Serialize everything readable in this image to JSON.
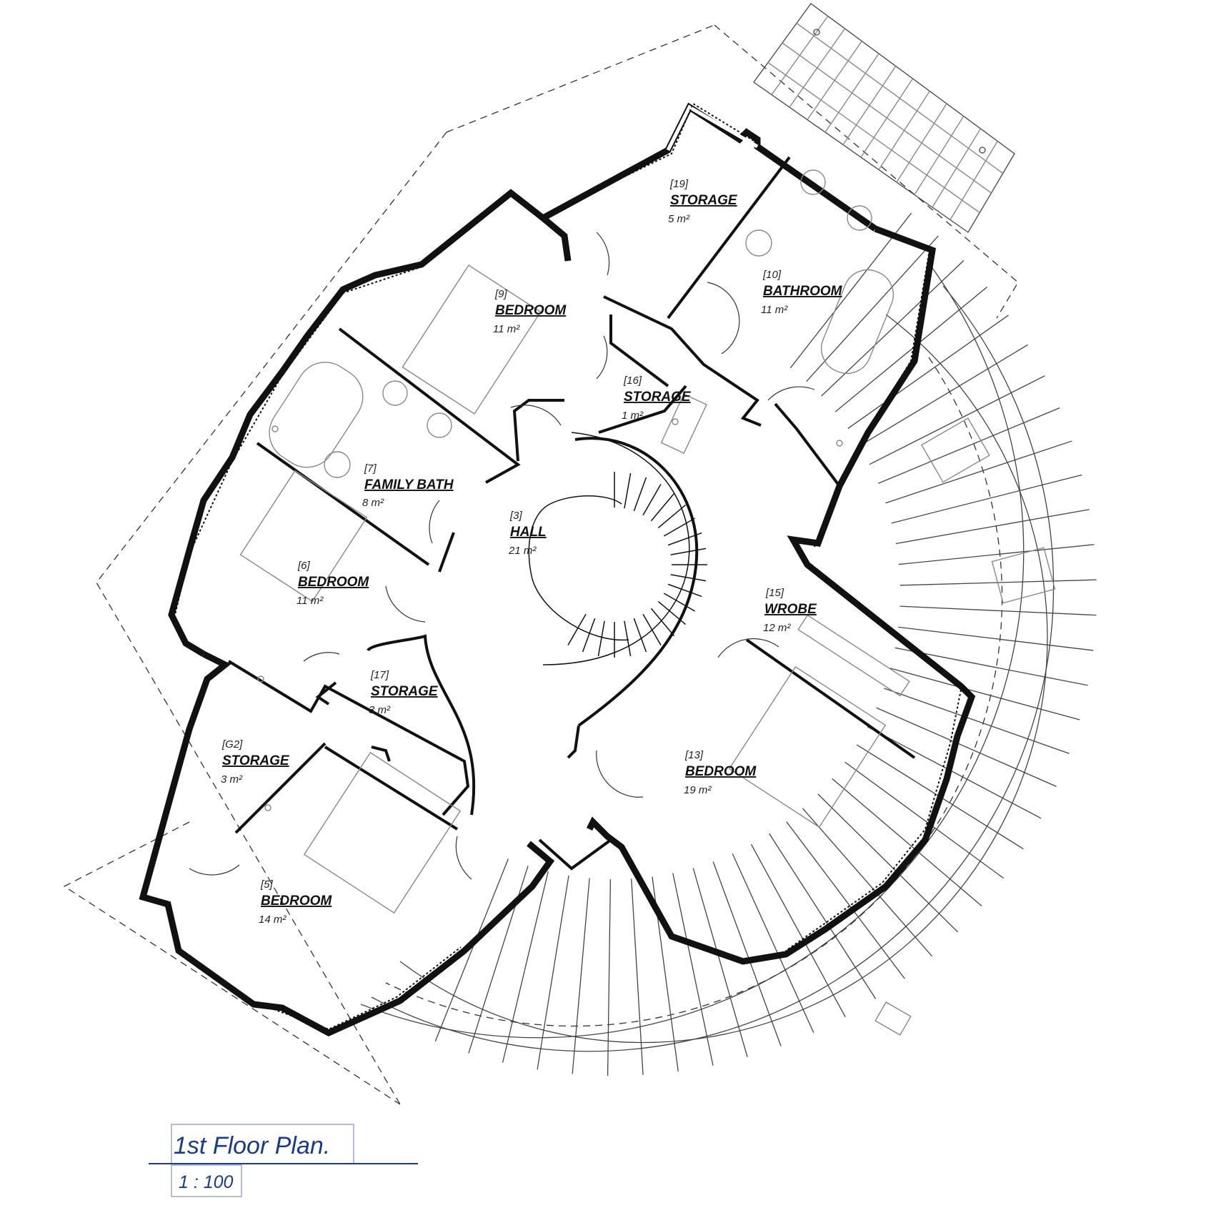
{
  "title": "1st Floor Plan.",
  "scale": "1 : 100",
  "rooms": [
    {
      "num": "[9]",
      "name": "BEDROOM",
      "area": "11 m²"
    },
    {
      "num": "[19]",
      "name": "STORAGE",
      "area": "5 m²"
    },
    {
      "num": "[10]",
      "name": "BATHROOM",
      "area": "11 m²"
    },
    {
      "num": "[16]",
      "name": "STORAGE",
      "area": "1 m²"
    },
    {
      "num": "[7]",
      "name": "FAMILY BATH",
      "area": "8 m²"
    },
    {
      "num": "[3]",
      "name": "HALL",
      "area": "21 m²"
    },
    {
      "num": "[6]",
      "name": "BEDROOM",
      "area": "11 m²"
    },
    {
      "num": "[15]",
      "name": "WROBE",
      "area": "12 m²"
    },
    {
      "num": "[17]",
      "name": "STORAGE",
      "area": "3 m²"
    },
    {
      "num": "[G2]",
      "name": "STORAGE",
      "area": "3 m²"
    },
    {
      "num": "[13]",
      "name": "BEDROOM",
      "area": "19 m²"
    },
    {
      "num": "[5]",
      "name": "BEDROOM",
      "area": "14 m²"
    }
  ]
}
